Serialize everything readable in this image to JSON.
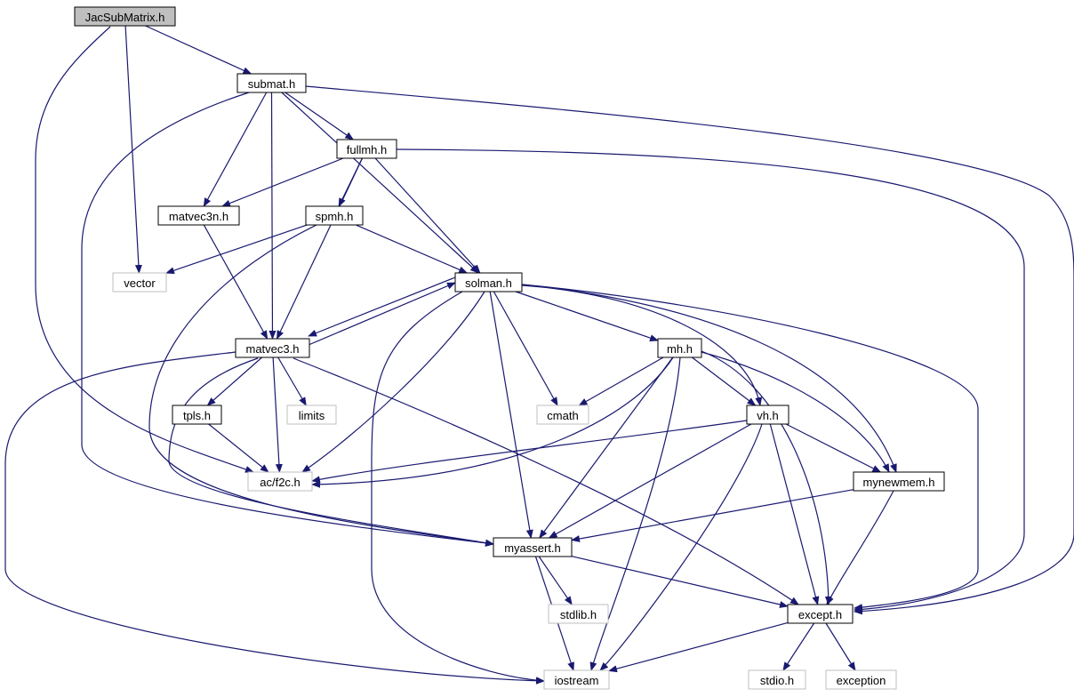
{
  "colors": {
    "edge": "#191970",
    "node_border": "#000000",
    "external_border": "#bfbfbf",
    "root_fill": "#bfbfbf",
    "node_fill": "#ffffff",
    "text": "#000000"
  },
  "nodes": [
    {
      "id": "jacsubmatrix",
      "label": "JacSubMatrix.h",
      "kind": "root"
    },
    {
      "id": "submat",
      "label": "submat.h",
      "kind": "file"
    },
    {
      "id": "fullmh",
      "label": "fullmh.h",
      "kind": "file"
    },
    {
      "id": "matvec3n",
      "label": "matvec3n.h",
      "kind": "file"
    },
    {
      "id": "spmh",
      "label": "spmh.h",
      "kind": "file"
    },
    {
      "id": "vector",
      "label": "vector",
      "kind": "external"
    },
    {
      "id": "solman",
      "label": "solman.h",
      "kind": "file"
    },
    {
      "id": "matvec3",
      "label": "matvec3.h",
      "kind": "file"
    },
    {
      "id": "mh",
      "label": "mh.h",
      "kind": "file"
    },
    {
      "id": "tpls",
      "label": "tpls.h",
      "kind": "file"
    },
    {
      "id": "limits",
      "label": "limits",
      "kind": "external"
    },
    {
      "id": "cmath",
      "label": "cmath",
      "kind": "external"
    },
    {
      "id": "vh",
      "label": "vh.h",
      "kind": "file"
    },
    {
      "id": "acf2c",
      "label": "ac/f2c.h",
      "kind": "external"
    },
    {
      "id": "mynewmem",
      "label": "mynewmem.h",
      "kind": "file"
    },
    {
      "id": "myassert",
      "label": "myassert.h",
      "kind": "file"
    },
    {
      "id": "stdlib",
      "label": "stdlib.h",
      "kind": "external"
    },
    {
      "id": "except",
      "label": "except.h",
      "kind": "file"
    },
    {
      "id": "iostream",
      "label": "iostream",
      "kind": "external"
    },
    {
      "id": "stdio",
      "label": "stdio.h",
      "kind": "external"
    },
    {
      "id": "exception",
      "label": "exception",
      "kind": "external"
    }
  ],
  "edges": [
    {
      "from": "jacsubmatrix",
      "to": "submat"
    },
    {
      "from": "jacsubmatrix",
      "to": "vector"
    },
    {
      "from": "jacsubmatrix",
      "to": "acf2c"
    },
    {
      "from": "submat",
      "to": "fullmh"
    },
    {
      "from": "submat",
      "to": "matvec3n"
    },
    {
      "from": "submat",
      "to": "matvec3"
    },
    {
      "from": "submat",
      "to": "solman"
    },
    {
      "from": "submat",
      "to": "myassert"
    },
    {
      "from": "submat",
      "to": "except"
    },
    {
      "from": "fullmh",
      "to": "matvec3n"
    },
    {
      "from": "fullmh",
      "to": "spmh"
    },
    {
      "from": "fullmh",
      "to": "solman"
    },
    {
      "from": "fullmh",
      "to": "matvec3"
    },
    {
      "from": "fullmh",
      "to": "except"
    },
    {
      "from": "matvec3n",
      "to": "matvec3"
    },
    {
      "from": "spmh",
      "to": "vector"
    },
    {
      "from": "spmh",
      "to": "solman"
    },
    {
      "from": "spmh",
      "to": "myassert"
    },
    {
      "from": "solman",
      "to": "matvec3"
    },
    {
      "from": "matvec3",
      "to": "solman"
    },
    {
      "from": "solman",
      "to": "mh"
    },
    {
      "from": "solman",
      "to": "vh"
    },
    {
      "from": "solman",
      "to": "mynewmem"
    },
    {
      "from": "solman",
      "to": "except"
    },
    {
      "from": "solman",
      "to": "cmath"
    },
    {
      "from": "solman",
      "to": "acf2c"
    },
    {
      "from": "solman",
      "to": "myassert"
    },
    {
      "from": "solman",
      "to": "iostream"
    },
    {
      "from": "matvec3",
      "to": "tpls"
    },
    {
      "from": "matvec3",
      "to": "limits"
    },
    {
      "from": "matvec3",
      "to": "acf2c"
    },
    {
      "from": "matvec3",
      "to": "myassert"
    },
    {
      "from": "matvec3",
      "to": "except"
    },
    {
      "from": "matvec3",
      "to": "iostream"
    },
    {
      "from": "tpls",
      "to": "acf2c"
    },
    {
      "from": "mh",
      "to": "cmath"
    },
    {
      "from": "mh",
      "to": "vh"
    },
    {
      "from": "mh",
      "to": "mynewmem"
    },
    {
      "from": "mh",
      "to": "acf2c"
    },
    {
      "from": "mh",
      "to": "myassert"
    },
    {
      "from": "mh",
      "to": "except"
    },
    {
      "from": "mh",
      "to": "iostream"
    },
    {
      "from": "vh",
      "to": "acf2c"
    },
    {
      "from": "vh",
      "to": "mynewmem"
    },
    {
      "from": "vh",
      "to": "myassert"
    },
    {
      "from": "vh",
      "to": "except"
    },
    {
      "from": "vh",
      "to": "iostream"
    },
    {
      "from": "mynewmem",
      "to": "myassert"
    },
    {
      "from": "mynewmem",
      "to": "except"
    },
    {
      "from": "myassert",
      "to": "stdlib"
    },
    {
      "from": "myassert",
      "to": "except"
    },
    {
      "from": "myassert",
      "to": "iostream"
    },
    {
      "from": "except",
      "to": "iostream"
    },
    {
      "from": "except",
      "to": "stdio"
    },
    {
      "from": "except",
      "to": "exception"
    }
  ]
}
